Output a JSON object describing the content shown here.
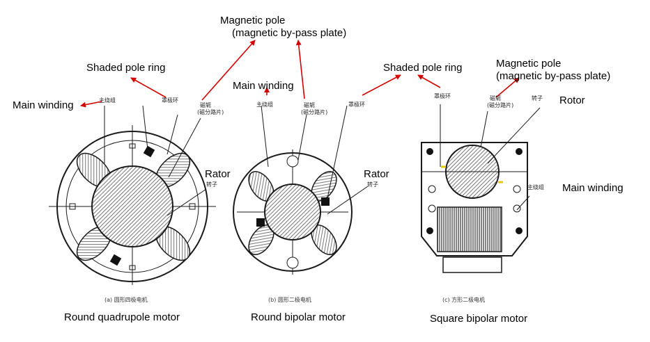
{
  "labels": {
    "magnetic_pole_top_1": "Magnetic pole",
    "magnetic_pole_top_2": "(magnetic by-pass plate)",
    "shaded_pole_ring_left": "Shaded pole ring",
    "main_winding_left": "Main winding",
    "main_winding_center": "Main winding",
    "rator_left": "Rator",
    "rator_center": "Rator",
    "shaded_pole_ring_right": "Shaded pole ring",
    "magnetic_pole_right_1": "Magnetic pole",
    "magnetic_pole_right_2": "(magnetic by-pass plate)",
    "rotor_right": "Rotor",
    "main_winding_right": "Main winding"
  },
  "chinese_labels": {
    "a_main_winding": "主绕组",
    "a_shaded_ring": "罩极环",
    "a_pole_1": "磁轭",
    "a_pole_2": "(磁分路片)",
    "a_rotor": "转子",
    "b_main_winding": "主绕组",
    "b_pole_1": "磁轭",
    "b_pole_2": "(磁分路片)",
    "b_shaded_ring": "罩极环",
    "b_rotor": "转子",
    "c_shaded_ring": "罩极环",
    "c_pole_1": "磁轭",
    "c_pole_2": "(磁分路片)",
    "c_rotor": "转子",
    "c_main_winding": "主绕组"
  },
  "subcaptions": {
    "a": "(a) 圆形四极电机",
    "b": "(b) 圆形二极电机",
    "c": "(c) 方形二极电机"
  },
  "captions": {
    "a": "Round quadrupole motor",
    "b": "Round bipolar motor",
    "c": "Square bipolar motor"
  },
  "colors": {
    "annotation_arrow": "#d40000",
    "drawing_line": "#1a1a1a",
    "hatch": "#555555",
    "highlight_yellow": "#e8c800"
  }
}
